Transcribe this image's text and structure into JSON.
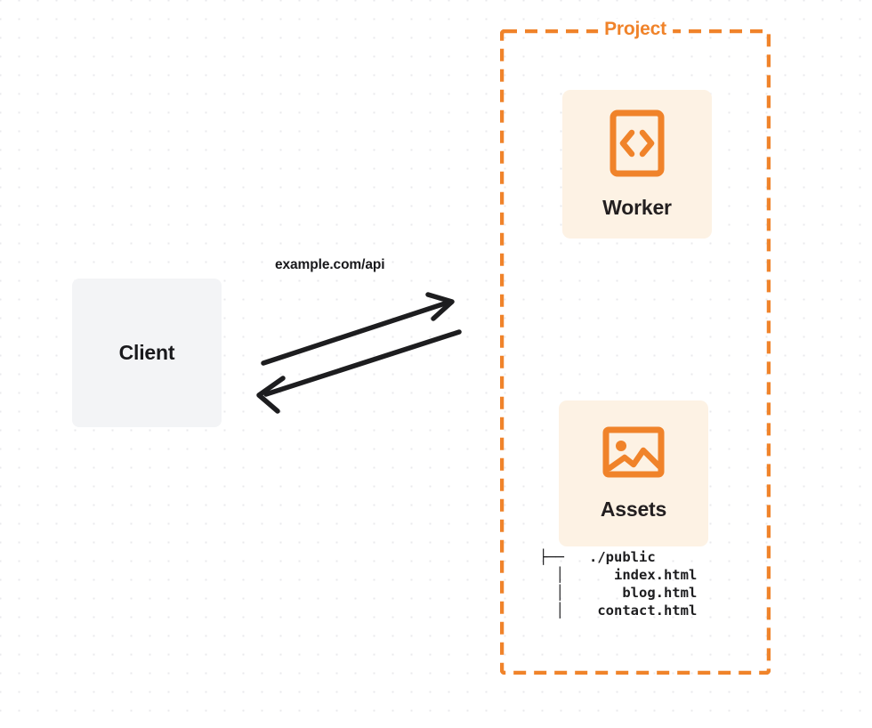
{
  "diagram": {
    "title": "Project",
    "background": {
      "dot_color": "#e9e9ec",
      "page_color": "#ffffff"
    },
    "colors": {
      "accent": "#f0832a",
      "node_fill": "#fdf2e4",
      "client_fill": "#f3f4f6",
      "text": "#19191c",
      "arrow": "#1d1d1f"
    },
    "client": {
      "label": "Client",
      "icon": "none"
    },
    "project": {
      "label": "Project",
      "border_style": "dashed",
      "nodes": [
        {
          "id": "worker",
          "label": "Worker",
          "icon": "code-brackets-icon"
        },
        {
          "id": "assets",
          "label": "Assets",
          "icon": "image-icon"
        }
      ]
    },
    "file_tree": {
      "lines": [
        "├──   ./public",
        "  │      index.html",
        "  │       blog.html",
        "  │    contact.html"
      ],
      "entries": [
        "./public",
        "index.html",
        "blog.html",
        "contact.html"
      ]
    },
    "connection": {
      "label": "example.com/api",
      "direction": "bidirectional",
      "from": "Client",
      "to": "Worker"
    }
  }
}
